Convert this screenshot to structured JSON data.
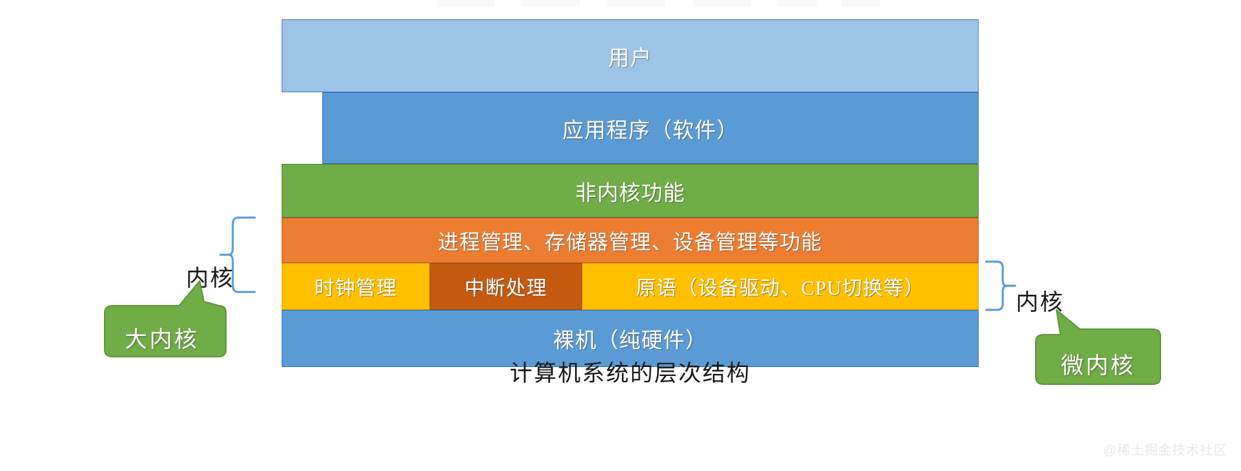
{
  "diagram": {
    "caption": "计算机系统的层次结构",
    "layers": [
      {
        "id": "user",
        "label": "用户",
        "color": "#9dc3e6"
      },
      {
        "id": "app",
        "label": "应用程序（软件）",
        "color": "#5b9bd5"
      },
      {
        "id": "non_kernel",
        "label": "非内核功能",
        "color": "#70ad47"
      },
      {
        "id": "functions",
        "label": "进程管理、存储器管理、设备管理等功能",
        "color": "#ed7d31"
      },
      {
        "id": "bare",
        "label": "裸机（纯硬件）",
        "color": "#5b9bd5"
      }
    ],
    "primitive_row": [
      {
        "id": "clock",
        "label": "时钟管理",
        "color": "#ffc000"
      },
      {
        "id": "interrupt",
        "label": "中断处理",
        "color": "#c55a11"
      },
      {
        "id": "primitive",
        "label": "原语（设备驱动、CPU切换等）",
        "color": "#ffc000"
      }
    ],
    "annotations": {
      "left_brace_label": "内核",
      "right_brace_label": "内核",
      "left_callout": "大内核",
      "right_callout": "微内核",
      "callout_color": "#70ad47",
      "brace_color": "#5b9bd5"
    }
  },
  "watermark": "@稀土掘金技术社区"
}
